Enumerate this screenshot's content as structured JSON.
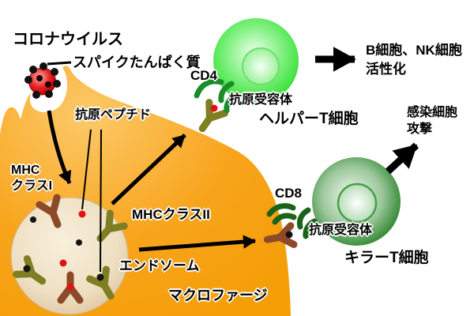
{
  "diagram": {
    "virus": {
      "label": "コロナウイルス",
      "spike_label": "スパイクたんぱく質"
    },
    "macrophage": {
      "label": "マクロファージ",
      "endosome_label": "エンドソーム",
      "antigen_peptide_label": "抗原ペプチド",
      "mhc_class1_line1": "MHC",
      "mhc_class1_line2": "クラスI",
      "mhc_class2_label": "MHCクラスII"
    },
    "helper_t": {
      "cd4_label": "CD4",
      "receptor_label": "抗原受容体",
      "cell_label": "ヘルパーT細胞",
      "outcome_line1": "B細胞、NK細胞",
      "outcome_line2": "活性化"
    },
    "killer_t": {
      "cd8_label": "CD8",
      "receptor_label": "抗原受容体",
      "cell_label": "キラーT細胞",
      "outcome_line1": "感染細胞",
      "outcome_line2": "攻撃"
    },
    "colors": {
      "background": "#FFFFFF",
      "macrophage_orange": "#F8A41B",
      "macrophage_light": "#FCC969",
      "endosome_fill": "#EEDFC2",
      "endosome_light": "#F8F0DC",
      "virus_red": "#DD1111",
      "spike_black": "#111111",
      "mhc_class1_brown": "#8C4A28",
      "mhc_class2_olive": "#7E7E22",
      "helper_t_green": "#2BDE2B",
      "killer_t_green": "#1E7D1E",
      "receptor_green_helper": "#1B8C2C",
      "receptor_green_killer": "#1A641A",
      "peptide_red": "#E31212",
      "peptide_black": "#141414",
      "arrow_black": "#000000",
      "text_black": "#000000"
    }
  }
}
